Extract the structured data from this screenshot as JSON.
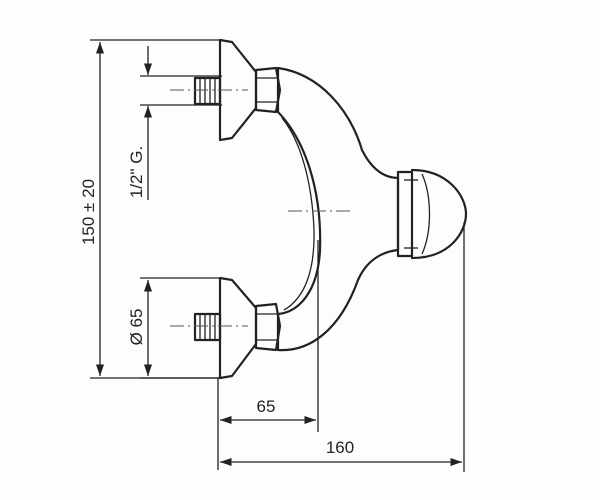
{
  "dimensions": {
    "height": "150 ± 20",
    "thread": "1/2\" G.",
    "diameter": "Ø 65",
    "offset": "65",
    "depth": "160"
  }
}
